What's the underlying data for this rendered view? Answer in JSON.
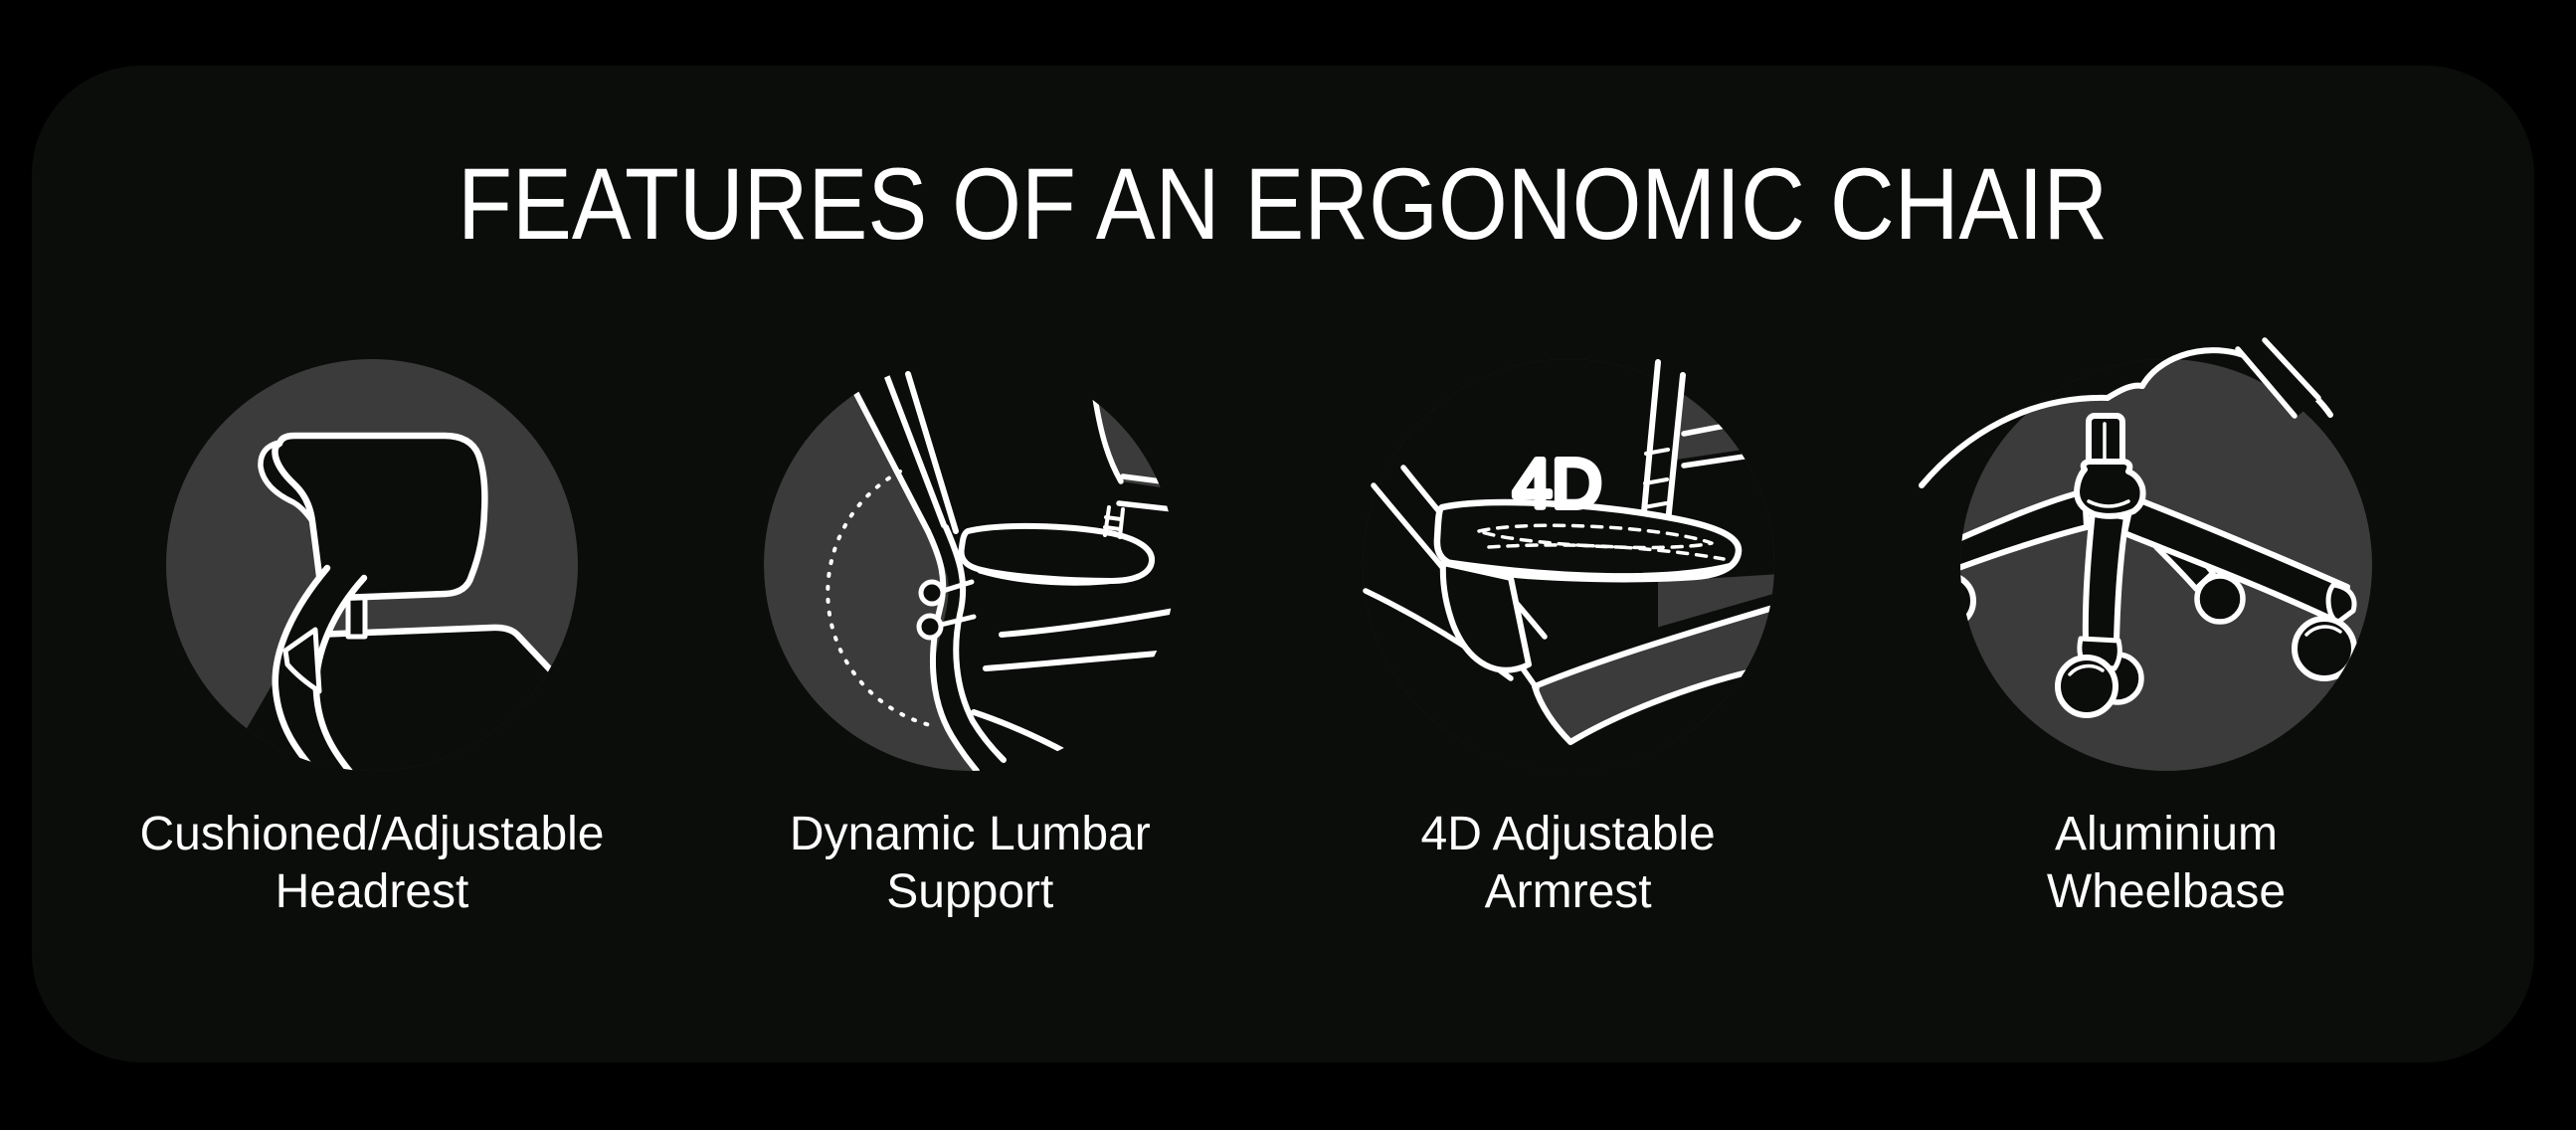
{
  "title": "FEATURES OF AN ERGONOMIC CHAIR",
  "colors": {
    "outer_background": "#000000",
    "panel_background": "#0b0d0b",
    "circle_background": "#3b3b3b",
    "line": "#ffffff",
    "text": "#ffffff"
  },
  "features": [
    {
      "icon": "headrest-illustration-icon",
      "lines": [
        "Cushioned/Adjustable",
        "Headrest"
      ]
    },
    {
      "icon": "lumbar-support-illustration-icon",
      "lines": [
        "Dynamic Lumbar",
        "Support"
      ]
    },
    {
      "icon": "armrest-illustration-icon",
      "badge": "4D",
      "lines": [
        "4D Adjustable",
        "Armrest"
      ]
    },
    {
      "icon": "wheelbase-illustration-icon",
      "lines": [
        "Aluminium",
        "Wheelbase"
      ]
    }
  ]
}
